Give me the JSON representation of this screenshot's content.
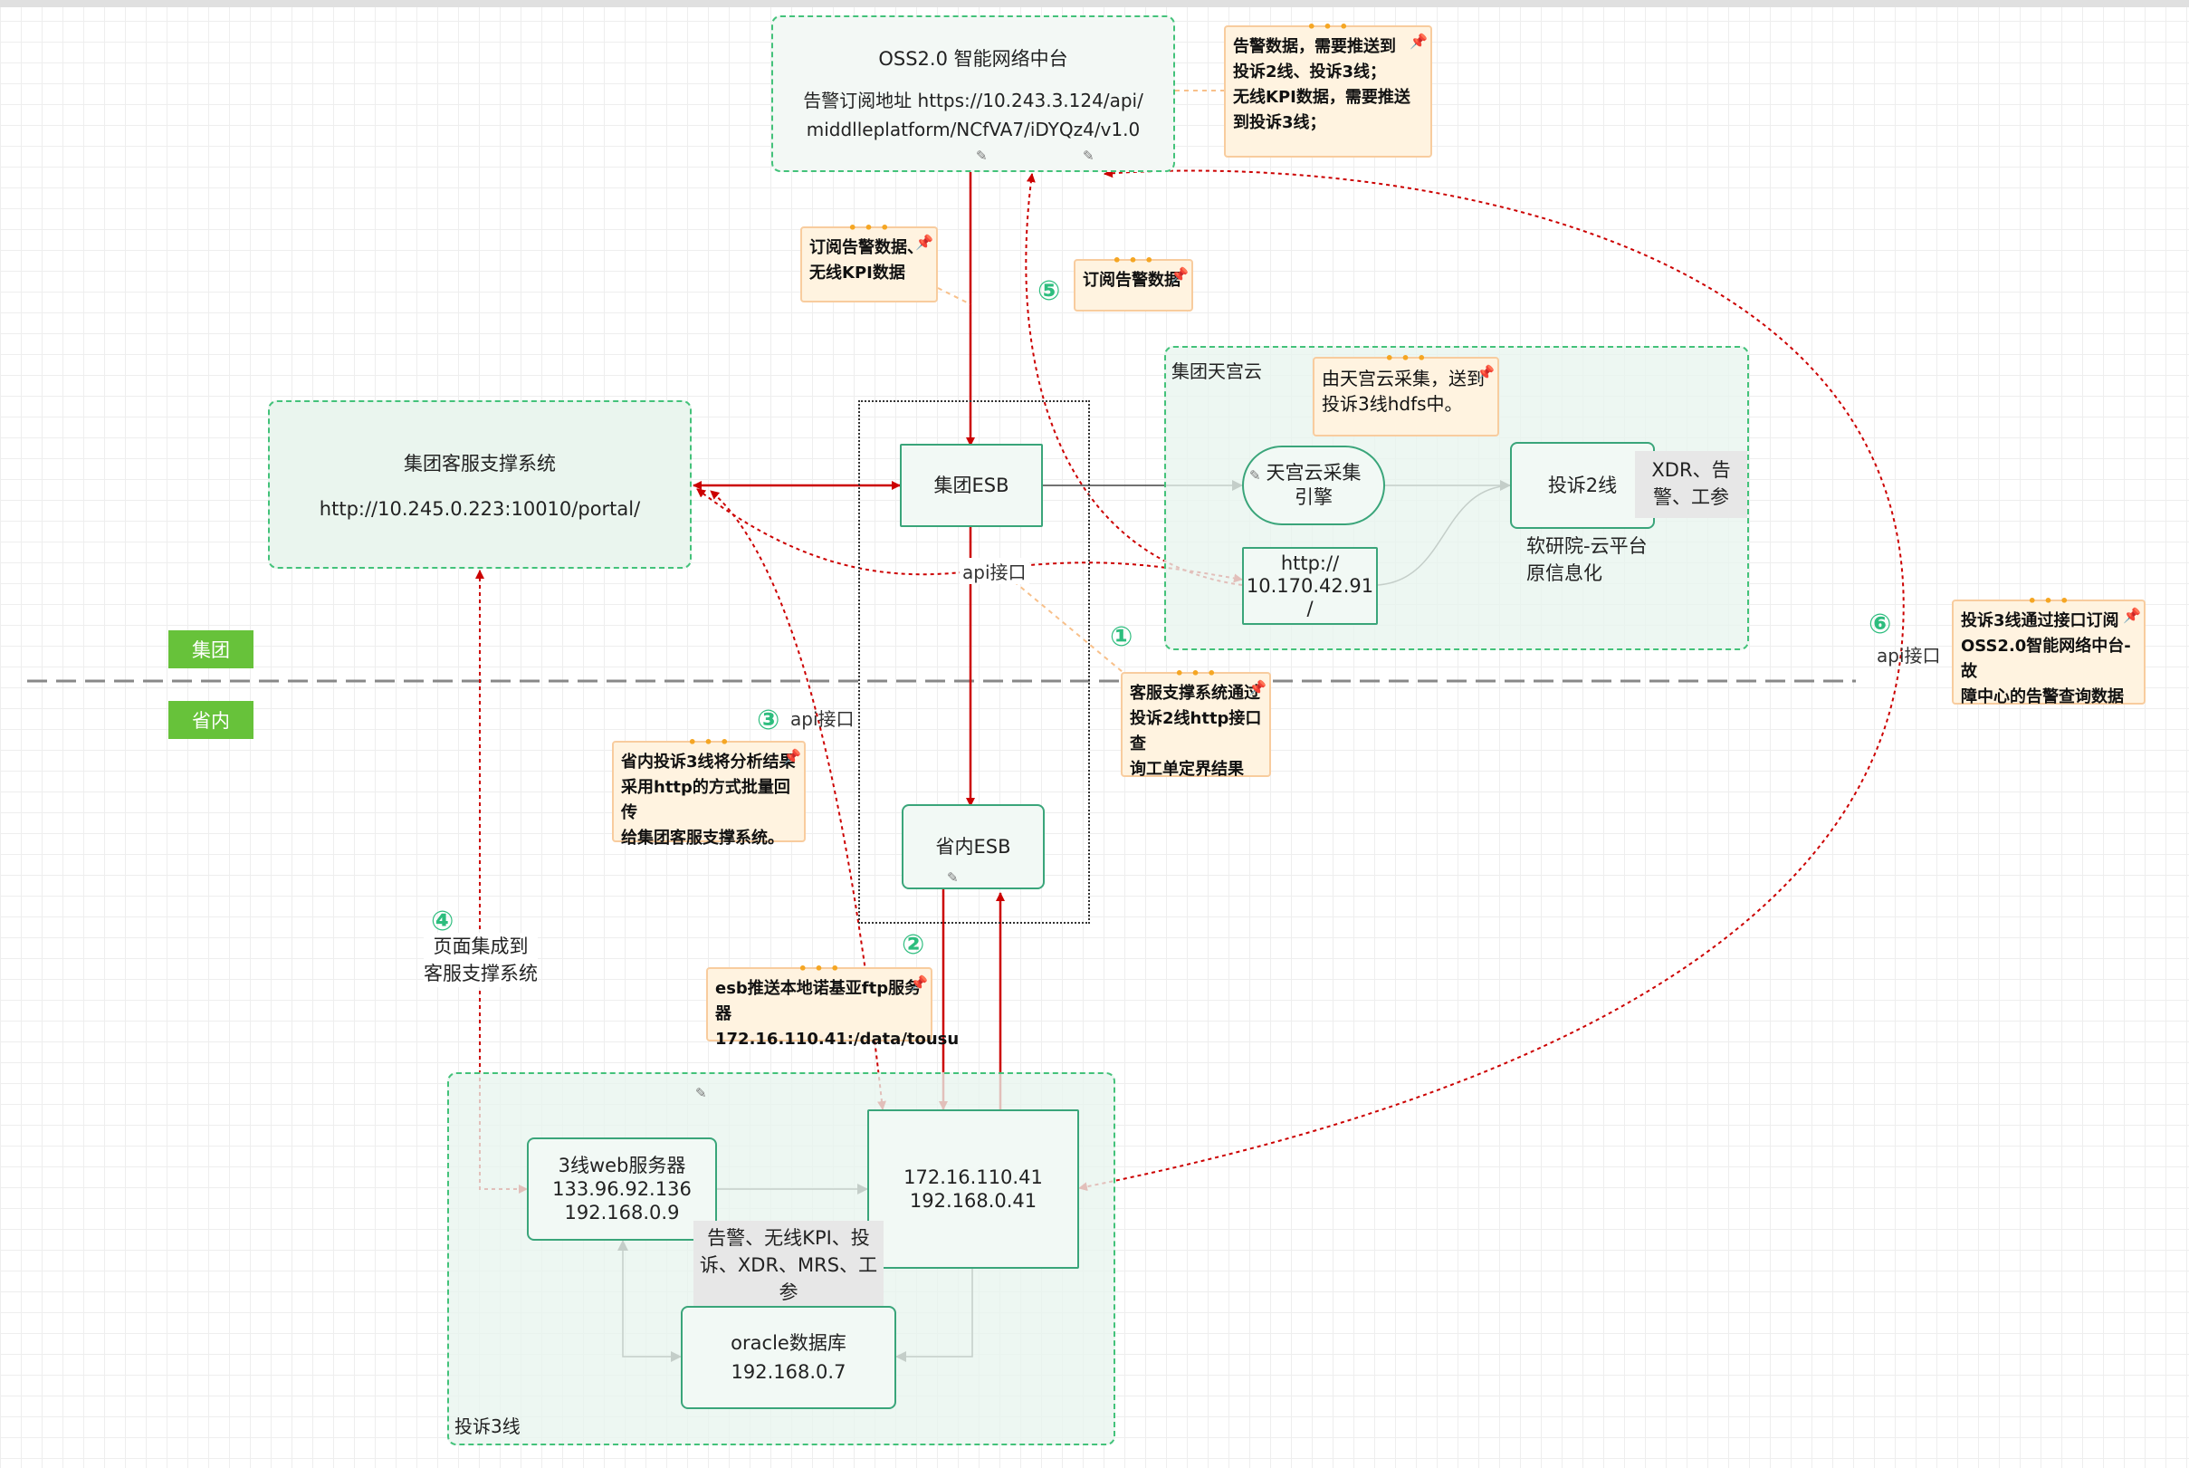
{
  "oss": {
    "title": "OSS2.0 智能网络中台",
    "line1": "告警订阅地址 https://10.243.3.124/api/",
    "line2": "middlleplatform/NCfVA7/iDYQz4/v1.0"
  },
  "cs": {
    "title": "集团客服支撑系统",
    "url": "http://10.245.0.223:10010/portal/"
  },
  "esb_group": "集团ESB",
  "esb_prov": "省内ESB",
  "tiangong": {
    "group_label": "集团天宫云",
    "engine_l1": "天宫云采集",
    "engine_l2": "引擎",
    "l2": "投诉2线",
    "l2_tag_l1": "XDR、告",
    "l2_tag_l2": "警、工参",
    "http_l1": "http://",
    "http_l2": "10.170.42.91",
    "http_l3": "/",
    "soft_l1": "软研院-云平台",
    "soft_l2": "原信息化"
  },
  "notes": {
    "oss_push": [
      "告警数据，需要推送到",
      "投诉2线、投诉3线；",
      "无线KPI数据，需要推送",
      "到投诉3线；"
    ],
    "subscribe_kpi": [
      "订阅告警数据、",
      "无线KPI数据"
    ],
    "subscribe_alarm": [
      "订阅告警数据"
    ],
    "tiangong_collect": [
      "由天宫云采集，送到",
      "投诉3线hdfs中。"
    ],
    "cs_query": [
      "客服支撑系统通过",
      "投诉2线http接口查",
      "询工单定界结果"
    ],
    "l3_push": [
      "省内投诉3线将分析结果",
      "采用http的方式批量回传",
      "给集团客服支撑系统。"
    ],
    "esb_ftp": [
      "esb推送本地诺基亚ftp服务器",
      "172.16.110.41:/data/tousu"
    ],
    "l3_subscribe": [
      "投诉3线通过接口订阅",
      "OSS2.0智能网络中台-故",
      "障中心的告警查询数据"
    ]
  },
  "labels": {
    "api1": "api接口",
    "api3": "api接口",
    "api6": "api接口",
    "page_integrate_l1": "页面集成到",
    "page_integrate_l2": "客服支撑系统",
    "n1": "①",
    "n2": "②",
    "n3": "③",
    "n4": "④",
    "n5": "⑤",
    "n6": "⑥"
  },
  "zones": {
    "group": "集团",
    "province": "省内"
  },
  "l3": {
    "group_label": "投诉3线",
    "web_l1": "3线web服务器",
    "web_l2": "133.96.92.136",
    "web_l3": "192.168.0.9",
    "srv_l1": "172.16.110.41",
    "srv_l2": "192.168.0.41",
    "data_l1": "告警、无线KPI、投",
    "data_l2": "诉、XDR、MRS、工",
    "data_l3": "参",
    "db_l1": "oracle数据库",
    "db_l2": "192.168.0.7"
  },
  "colors": {
    "red": "#cc0000",
    "green": "#3aa57a",
    "dark": "#444444",
    "note": "#fff3e0"
  }
}
